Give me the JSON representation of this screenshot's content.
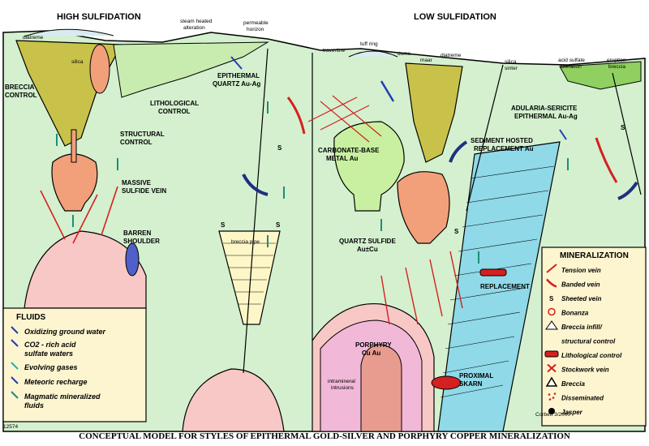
{
  "headers": {
    "high": "HIGH SULFIDATION",
    "low": "LOW SULFIDATION"
  },
  "title": "CONCEPTUAL MODEL FOR STYLES OF EPITHERMAL GOLD-SILVER AND PORPHYRY COPPER MINERALIZATION",
  "figure_number": "12574",
  "credit": "Corbett 3/2000",
  "labels": {
    "diatreme_left": "diatreme",
    "silica_left": "silica",
    "steam_heated_1": "steam heated",
    "steam_heated_2": "alteration",
    "permeable_1": "permeable",
    "permeable_2": "horizon",
    "breccia_control_1": "BRECCIA",
    "breccia_control_2": "CONTROL",
    "lithological_1": "LITHOLOGICAL",
    "lithological_2": "CONTROL",
    "epithermal_qtz_1": "EPITHERMAL",
    "epithermal_qtz_2": "QUARTZ Au-Ag",
    "structural_1": "STRUCTURAL",
    "structural_2": "CONTROL",
    "massive_1": "MASSIVE",
    "massive_2": "SULFIDE VEIN",
    "barren_1": "BARREN",
    "barren_2": "SHOULDER",
    "breccia_pipe": "breccia pipe",
    "s_mark": "S",
    "travertine": "travertine",
    "tuff_ring": "tuff ring",
    "dome": "dome",
    "maar": "maar",
    "diatreme_right": "diatreme",
    "silica_sinter_1": "silica",
    "silica_sinter_2": "sinter",
    "acid_sulfate_1": "acid sulfate",
    "acid_sulfate_2": "alteration",
    "eruption_1": "eruption",
    "eruption_2": "breccia",
    "adularia_1": "ADULARIA-SERICITE",
    "adularia_2": "EPITHERMAL Au-Ag",
    "carbonate_1": "CARBONATE-BASE",
    "carbonate_2": "METAL Au",
    "sediment_1": "SEDIMENT HOSTED",
    "sediment_2": "REPLACEMENT Au",
    "quartz_sulfide_1": "QUARTZ SULFIDE",
    "quartz_sulfide_2": "Au±Cu",
    "replacement": "REPLACEMENT",
    "porphyry_1": "PORPHYRY",
    "porphyry_2": "Cu Au",
    "intramineral_1": "intramineral",
    "intramineral_2": "intrusions",
    "proximal_1": "PROXIMAL",
    "proximal_2": "SKARN"
  },
  "fluids": {
    "title": "FLUIDS",
    "items": [
      {
        "label": "Oxidizing ground water",
        "color": "#1f3fb0"
      },
      {
        "label": "CO2 - rich acid",
        "color": "#1f3fb0"
      },
      {
        "label": "sulfate waters",
        "color": "#1f3fb0"
      },
      {
        "label": "Evolving gases",
        "color": "#22b5a8"
      },
      {
        "label": "Meteoric recharge",
        "color": "#1f3fb0"
      },
      {
        "label": "Magmatic mineralized",
        "color": "#1a8f7a"
      },
      {
        "label": "fluids",
        "color": "#1a8f7a"
      }
    ]
  },
  "mineralization": {
    "title": "MINERALIZATION",
    "items": [
      {
        "label": "Tension vein",
        "icon": "tension-vein-icon"
      },
      {
        "label": "Banded vein",
        "icon": "banded-vein-icon"
      },
      {
        "label": "Sheeted vein",
        "icon": "sheeted-vein-icon"
      },
      {
        "label": "Bonanza",
        "icon": "bonanza-icon"
      },
      {
        "label": "Breccia infill/",
        "icon": "breccia-infill-icon"
      },
      {
        "label": "structural control",
        "icon": ""
      },
      {
        "label": "Lithological control",
        "icon": "lithological-control-icon"
      },
      {
        "label": "Stockwork vein",
        "icon": "stockwork-icon"
      },
      {
        "label": "Breccia",
        "icon": "breccia-icon"
      },
      {
        "label": "Disseminated",
        "icon": "disseminated-icon"
      },
      {
        "label": "Jasper",
        "icon": "jasper-icon"
      }
    ]
  },
  "colors": {
    "country_rock": "#d4f0cf",
    "intrusion": "#f7c8c6",
    "orange_body": "#f2a07a",
    "olive": "#c9c24a",
    "green_body": "#c8f0a0",
    "carbonate": "#8fd9e8",
    "porphyry": "#f2b8d8",
    "vein": "#d42020",
    "legend_bg": "#fdf5cf"
  }
}
